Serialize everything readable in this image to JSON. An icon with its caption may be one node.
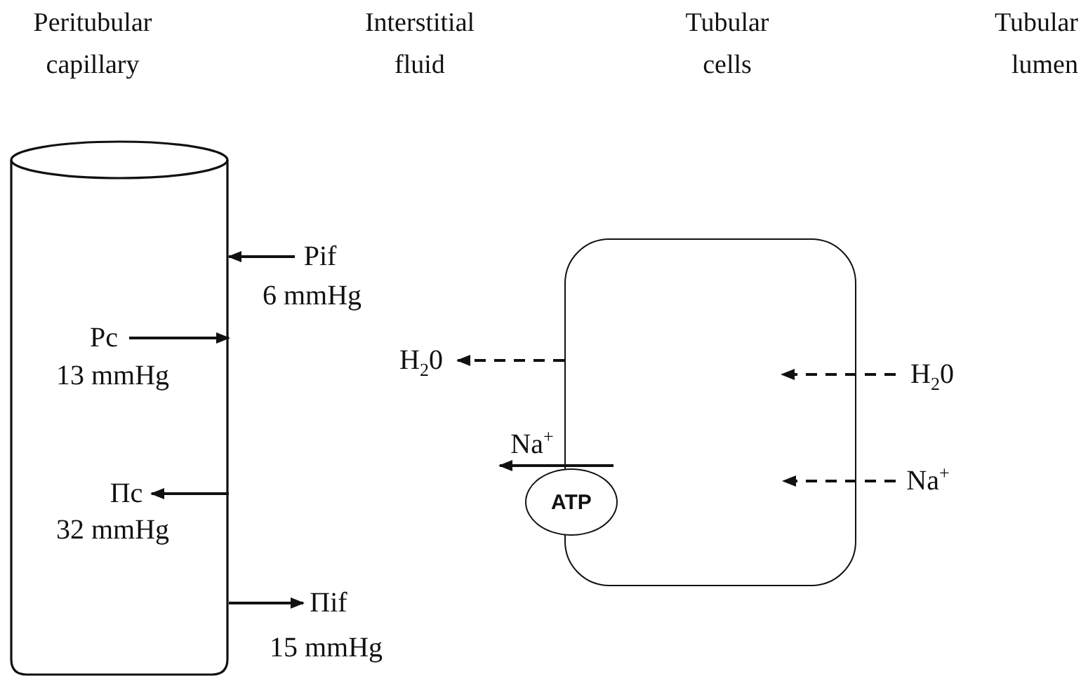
{
  "diagram": {
    "nodes": [
      {
        "text": [],
        "shape": "cylinder"
      },
      {
        "text": [],
        "shape": "box"
      },
      {
        "text": [
          "ATP"
        ]
      },
      {
        "text": [
          "Pif"
        ],
        "beside": [
          "6 mmHg"
        ]
      },
      {
        "text": [
          "Pc"
        ],
        "beside": [
          "13 mmHg"
        ],
        "in": 0
      },
      {
        "text": [
          "Πc"
        ],
        "beside": [
          "32 mmHg"
        ],
        "in": 0
      },
      {
        "text": [
          "Πif"
        ],
        "beside": [
          "15 mmHg"
        ]
      },
      {
        "text": [
          "H$_{2}$0"
        ]
      },
      {
        "text": [
          "H$_{2}$0"
        ]
      },
      {
        "text": [
          "Na$^{+}$"
        ]
      },
      {
        "text": [
          "Na$^{+}$"
        ]
      }
    ],
    "edges": [
      {
        "from": 3,
        "to": 0,
        "arrow": "to"
      },
      {
        "from": 4,
        "to": 0,
        "arrow": "to"
      },
      {
        "from": 0,
        "to": 5,
        "arrow": "to"
      },
      {
        "from": 0,
        "to": 6,
        "arrow": "to"
      },
      {
        "from": 1,
        "to": 7,
        "arrow": "to",
        "style": "dashed"
      },
      {
        "from": 8,
        "to": 1,
        "arrow": "to",
        "style": "dashed"
      },
      {
        "from": 9,
        "to": 1,
        "arrow": "to",
        "style": "dashed"
      },
      {
        "from": 1,
        "to": 10,
        "arrow": "to"
      }
    ],
    "labels": [
      "Peritubular capillary",
      "Interstitial fluid",
      "Tubular cells",
      "Tubular lumen"
    ]
  }
}
